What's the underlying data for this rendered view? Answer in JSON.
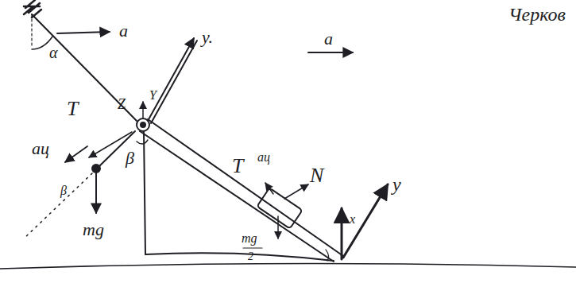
{
  "diagram": {
    "labels": [
      "α",
      "a",
      "y.",
      "a",
      "Черков",
      "T",
      "Z",
      "Y",
      "aц",
      "β",
      "β",
      "mg",
      "T",
      "aц",
      "N",
      "x",
      "y",
      "mg",
      "2"
    ]
  }
}
